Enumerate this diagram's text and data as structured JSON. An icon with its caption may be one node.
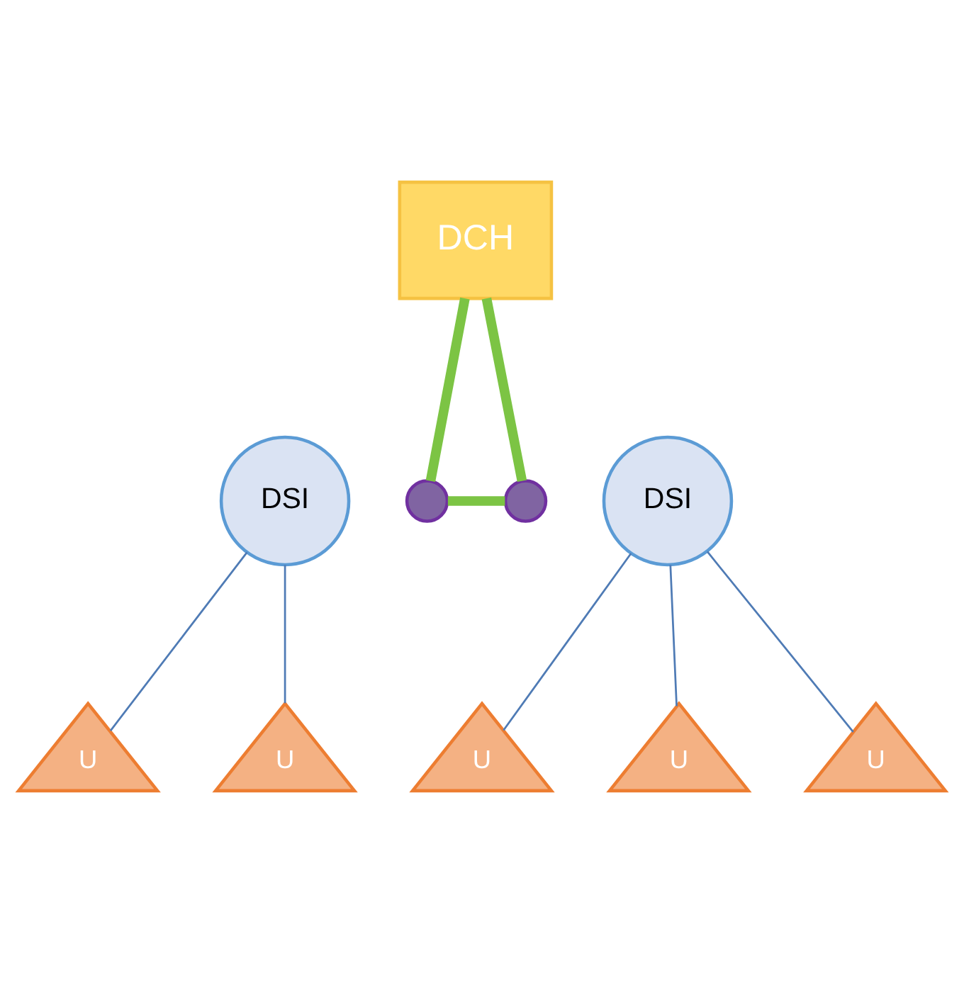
{
  "diagram": {
    "nodes": [
      {
        "text": [
          "DCH"
        ]
      },
      {
        "text": [
          "DSI"
        ]
      },
      {
        "text": [],
        "shape": "circle"
      },
      {
        "text": [],
        "shape": "circle"
      },
      {
        "text": [
          "DSI"
        ]
      },
      {
        "text": [
          "U"
        ]
      },
      {
        "text": [
          "U"
        ]
      },
      {
        "text": [
          "U"
        ]
      },
      {
        "text": [
          "U"
        ]
      },
      {
        "text": [
          "U"
        ]
      }
    ],
    "edges": [
      {
        "from": 0,
        "to": 2,
        "arrow": "none",
        "style": "thick",
        "color": "#7cc444"
      },
      {
        "from": 0,
        "to": 3,
        "arrow": "none",
        "style": "thick",
        "color": "#7cc444"
      },
      {
        "from": 2,
        "to": 3,
        "arrow": "none",
        "style": "thick",
        "color": "#7cc444"
      },
      {
        "from": 1,
        "to": 5,
        "arrow": "none"
      },
      {
        "from": 1,
        "to": 6,
        "arrow": "none"
      },
      {
        "from": 4,
        "to": 7,
        "arrow": "none"
      },
      {
        "from": 4,
        "to": 8,
        "arrow": "none"
      },
      {
        "from": 4,
        "to": 9,
        "arrow": "none"
      }
    ]
  }
}
